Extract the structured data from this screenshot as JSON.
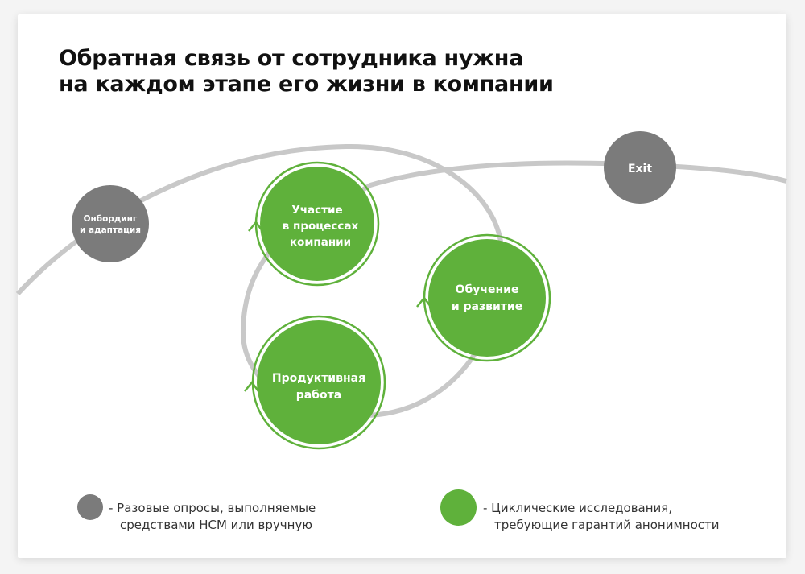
{
  "title": {
    "line1": "Обратная связь от сотрудника нужна",
    "line2": "на каждом этапе его жизни в компании"
  },
  "nodes": {
    "onboarding": {
      "line1": "Онбординг",
      "line2": "и адаптация"
    },
    "exit": {
      "line1": "Exit"
    },
    "participation": {
      "line1": "Участие",
      "line2": "в процессах",
      "line3": "компании"
    },
    "learning": {
      "line1": "Обучение",
      "line2": "и развитие"
    },
    "productive": {
      "line1": "Продуктивная",
      "line2": "работа"
    }
  },
  "legend": {
    "gray": {
      "line1": "-  Разовые опросы, выполняемые",
      "line2": "средствами HCM или вручную"
    },
    "green": {
      "line1": "-  Циклические исследования,",
      "line2": "требующие гарантий анонимности"
    }
  },
  "colors": {
    "green": "#5fb13b",
    "gray": "#7b7b7b",
    "line": "#c8c8c8"
  }
}
